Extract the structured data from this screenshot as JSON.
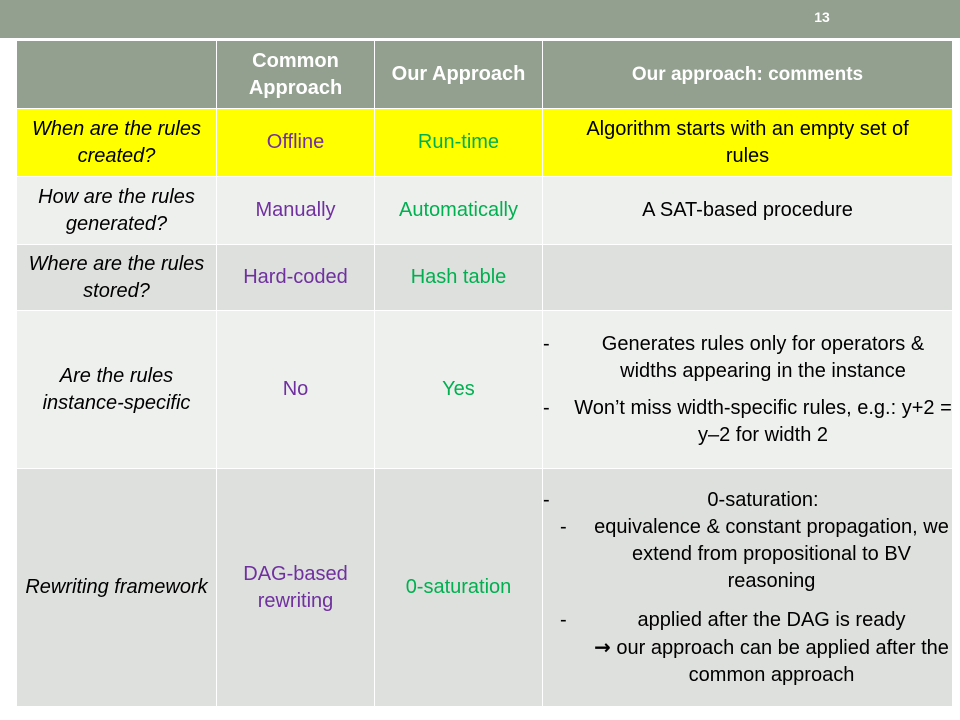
{
  "slide": {
    "number": "13"
  },
  "table": {
    "headers": [
      "",
      "Common Approach",
      "Our Approach",
      "Our approach: comments"
    ],
    "rows": [
      {
        "question": "When are the rules created?",
        "common": "Offline",
        "ours": "Run-time",
        "comment": "Algorithm starts with an empty set of rules"
      },
      {
        "question": "How are the rules generated?",
        "common": "Manually",
        "ours": "Automatically",
        "comment": "A SAT-based procedure"
      },
      {
        "question": "Where are the rules stored?",
        "common": "Hard-coded",
        "ours": "Hash table",
        "comment": ""
      },
      {
        "question": "Are the rules instance-specific",
        "common": "No",
        "ours": "Yes",
        "bullets": [
          "Generates rules only for operators & widths appearing in the instance",
          "Won’t miss width-specific rules, e.g.: y+2 = y–2 for width 2"
        ]
      },
      {
        "question": "Rewriting framework",
        "common": "DAG-based rewriting",
        "ours": "0-saturation",
        "bullet": "0-saturation:",
        "subbullets": [
          "equivalence & constant propagation, we extend from propositional to BV reasoning",
          "applied after the DAG is ready"
        ],
        "arrow_note": "our approach can be applied after the common approach"
      }
    ],
    "dash": "-",
    "arrow_icon": "right-arrow-icon"
  },
  "colors": {
    "header_bg": "#93a08f",
    "highlight_row": "#ffff00",
    "common_text": "#7030a0",
    "ours_text": "#00b050"
  }
}
